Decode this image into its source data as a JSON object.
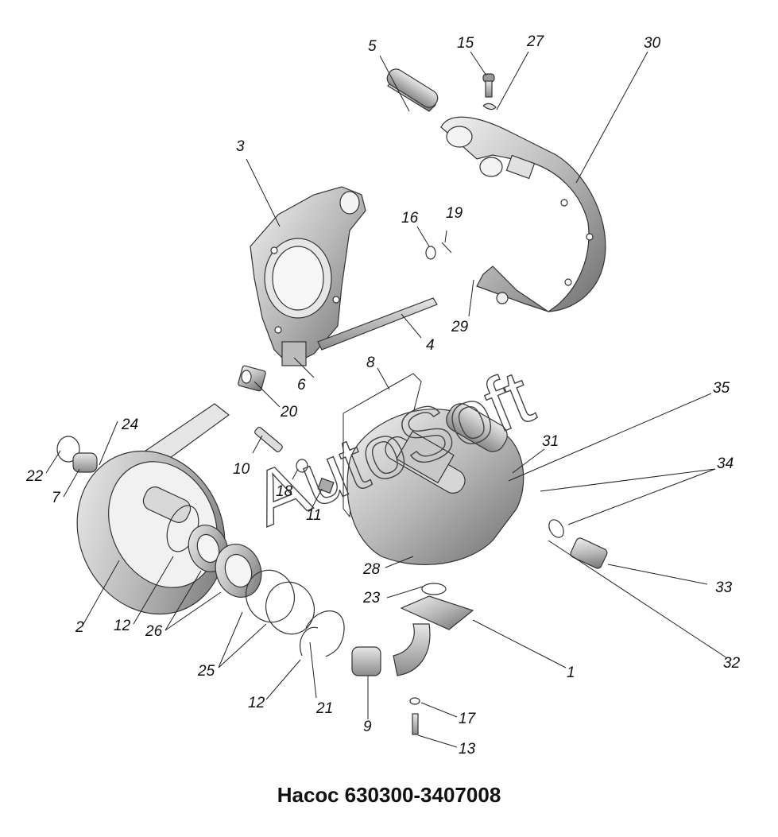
{
  "caption": "Насос 630300-3407008",
  "watermark": "AutoSoft",
  "callouts": {
    "1": "1",
    "2": "2",
    "3": "3",
    "4": "4",
    "5": "5",
    "6": "6",
    "7": "7",
    "8": "8",
    "9": "9",
    "10": "10",
    "11": "11",
    "12a": "12",
    "12b": "12",
    "13": "13",
    "15": "15",
    "16": "16",
    "17": "17",
    "18": "18",
    "19": "19",
    "20": "20",
    "21": "21",
    "22": "22",
    "23": "23",
    "24": "24",
    "25": "25",
    "26": "26",
    "27": "27",
    "28": "28",
    "29": "29",
    "30": "30",
    "31": "31",
    "32": "32",
    "33": "33",
    "34": "34",
    "35": "35"
  }
}
